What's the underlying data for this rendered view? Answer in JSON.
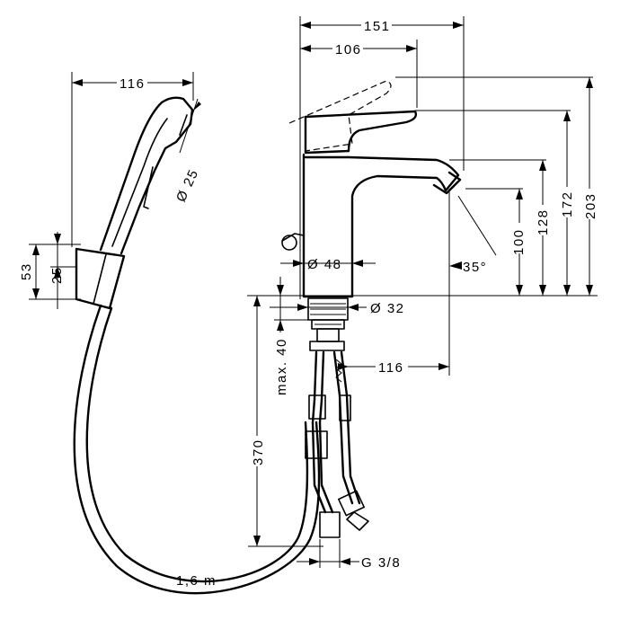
{
  "dimensions": {
    "top_width_151": "151",
    "lever_reach_106": "106",
    "handshower_width_116": "116",
    "handshower_diameter": "Ø 25",
    "holder_height_53": "53",
    "holder_height_25": "25",
    "body_diameter": "Ø 48",
    "base_diameter": "Ø 32",
    "spout_angle": "35°",
    "height_100": "100",
    "height_128": "128",
    "height_172": "172",
    "height_203": "203",
    "max_thickness": "max. 40",
    "spout_projection_116": "116",
    "hose_length_370": "370",
    "thread_size": "G 3/8",
    "shower_hose_length": "1,6 m"
  }
}
